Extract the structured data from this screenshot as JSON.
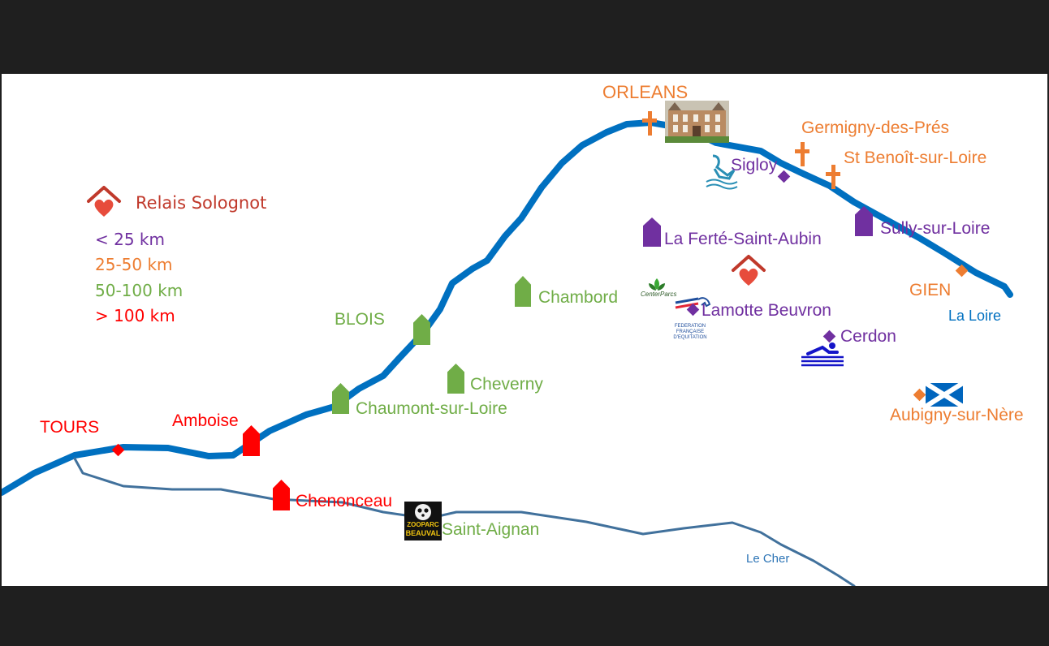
{
  "legend": {
    "relais_name": "Relais Solognot",
    "d25": "< 25 km",
    "d50": "25-50 km",
    "d100": "50-100 km",
    "dmax": "> 100 km"
  },
  "colors": {
    "purple": "#7030a0",
    "orange": "#ed7d31",
    "green": "#70ad47",
    "red": "#ff0000",
    "relais": "#c0392b",
    "loire": "#0070c0",
    "cher": "#41719c"
  },
  "rivers": {
    "loire": "La Loire",
    "cher": "Le Cher"
  },
  "places": {
    "orleans": "ORLEANS",
    "germigny": "Germigny-des-Prés",
    "st_benoit": "St Benoît-sur-Loire",
    "sigloy": "Sigloy",
    "sully": "Sully-sur-Loire",
    "ferte": "La Ferté-Saint-Aubin",
    "gien": "GIEN",
    "lamotte": "Lamotte Beuvron",
    "cerdon": "Cerdon",
    "aubigny": "Aubigny-sur-Nère",
    "chambord": "Chambord",
    "blois": "BLOIS",
    "cheverny": "Cheverny",
    "chaumont": "Chaumont-sur-Loire",
    "tours": "TOURS",
    "amboise": "Amboise",
    "chenonceau": "Chenonceau",
    "saint_aignan": "Saint-Aignan"
  },
  "logos": {
    "center_parcs": "CenterParcs",
    "ffe": "FEDERATION FRANÇAISE D'EQUITATION",
    "zoo_1": "ZOOPARC",
    "zoo_2": "BEAUVAL"
  }
}
